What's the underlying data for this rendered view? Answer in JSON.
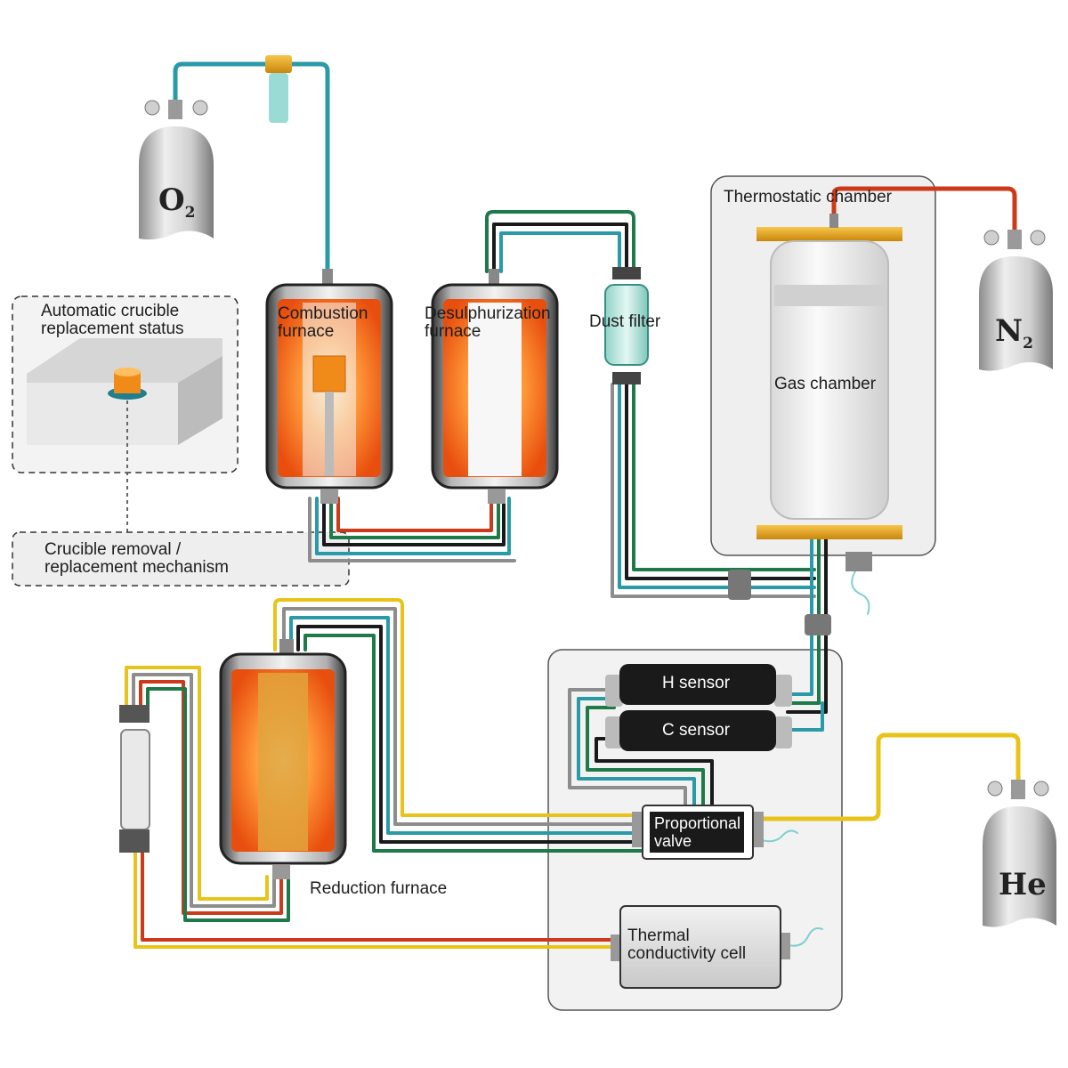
{
  "labels": {
    "crucible_status": [
      "Automatic crucible",
      "replacement status"
    ],
    "crucible_mechanism": [
      "Crucible removal /",
      "replacement mechanism"
    ],
    "combustion_furnace": [
      "Combustion",
      "furnace"
    ],
    "desulphurization_furnace": [
      "Desulphurization",
      "furnace"
    ],
    "dust_filter": "Dust filter",
    "thermostatic_chamber": "Thermostatic chamber",
    "gas_chamber": "Gas chamber",
    "h_sensor": "H sensor",
    "c_sensor": "C sensor",
    "proportional_valve": [
      "Proportional",
      "valve"
    ],
    "reduction_furnace": "Reduction furnace",
    "thermal_conductivity_cell": [
      "Thermal",
      "conductivity cell"
    ]
  },
  "gas_cylinders": {
    "oxygen": {
      "symbol": "O",
      "subscript": "2"
    },
    "nitrogen": {
      "symbol": "N",
      "subscript": "2"
    },
    "helium": {
      "symbol": "He",
      "subscript": ""
    }
  },
  "colors": {
    "pipe_teal": "#2a9aa8",
    "pipe_red": "#cc3a1a",
    "pipe_yellow": "#e8c41a",
    "pipe_green": "#1f7a4a",
    "pipe_black": "#1a1a1a",
    "pipe_grey": "#8d8d8d",
    "furnace_glow": "#f26a1b",
    "brass": "#e3a21c"
  }
}
